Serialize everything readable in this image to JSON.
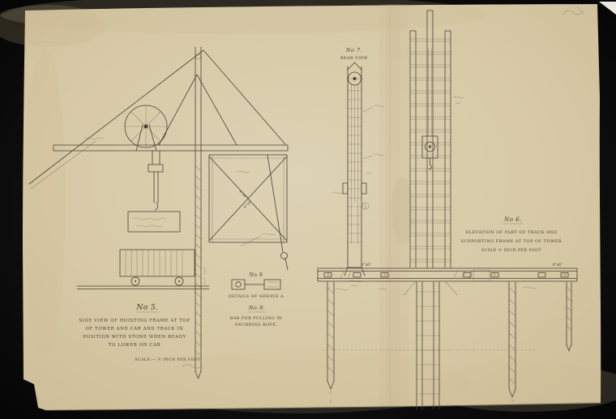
{
  "palette": {
    "background": "#0d0d0d",
    "paper": "#d8cba8",
    "ink": "#4a4134"
  },
  "figures": {
    "no5": {
      "label": "No 5.",
      "caption": [
        "SIDE VIEW OF HOISTING FRAME AT TOP",
        "OF TOWER AND CAR AND TRACK IN",
        "POSITION WITH STONE WHEN READY",
        "TO LOWER ON CAR"
      ],
      "scale": "SCALE:— ½ INCH PER FOOT",
      "brace_label_a": "4\"x6\"",
      "brace_label_b": "4\"x6\""
    },
    "no6": {
      "label": "No 6.",
      "caption": [
        "ELEVATION OF PART OF TRACK AND",
        "SUPPORTING FRAME AT TOP OF TOWER"
      ],
      "scale": "SCALE ½ INCH PER FOOT",
      "beam_label_left": "6\"x6\"",
      "beam_label_right": "6\"x6\""
    },
    "no7": {
      "label": "No 7.",
      "sublabel": "REAR VIEW"
    },
    "no8": {
      "label": "No 8",
      "caption": "DETAILS OF SHEAVE A."
    },
    "no9": {
      "label": "No 9.",
      "caption": [
        "BAR FOR PULLING IN",
        "SNUBBING ROPE."
      ]
    }
  }
}
